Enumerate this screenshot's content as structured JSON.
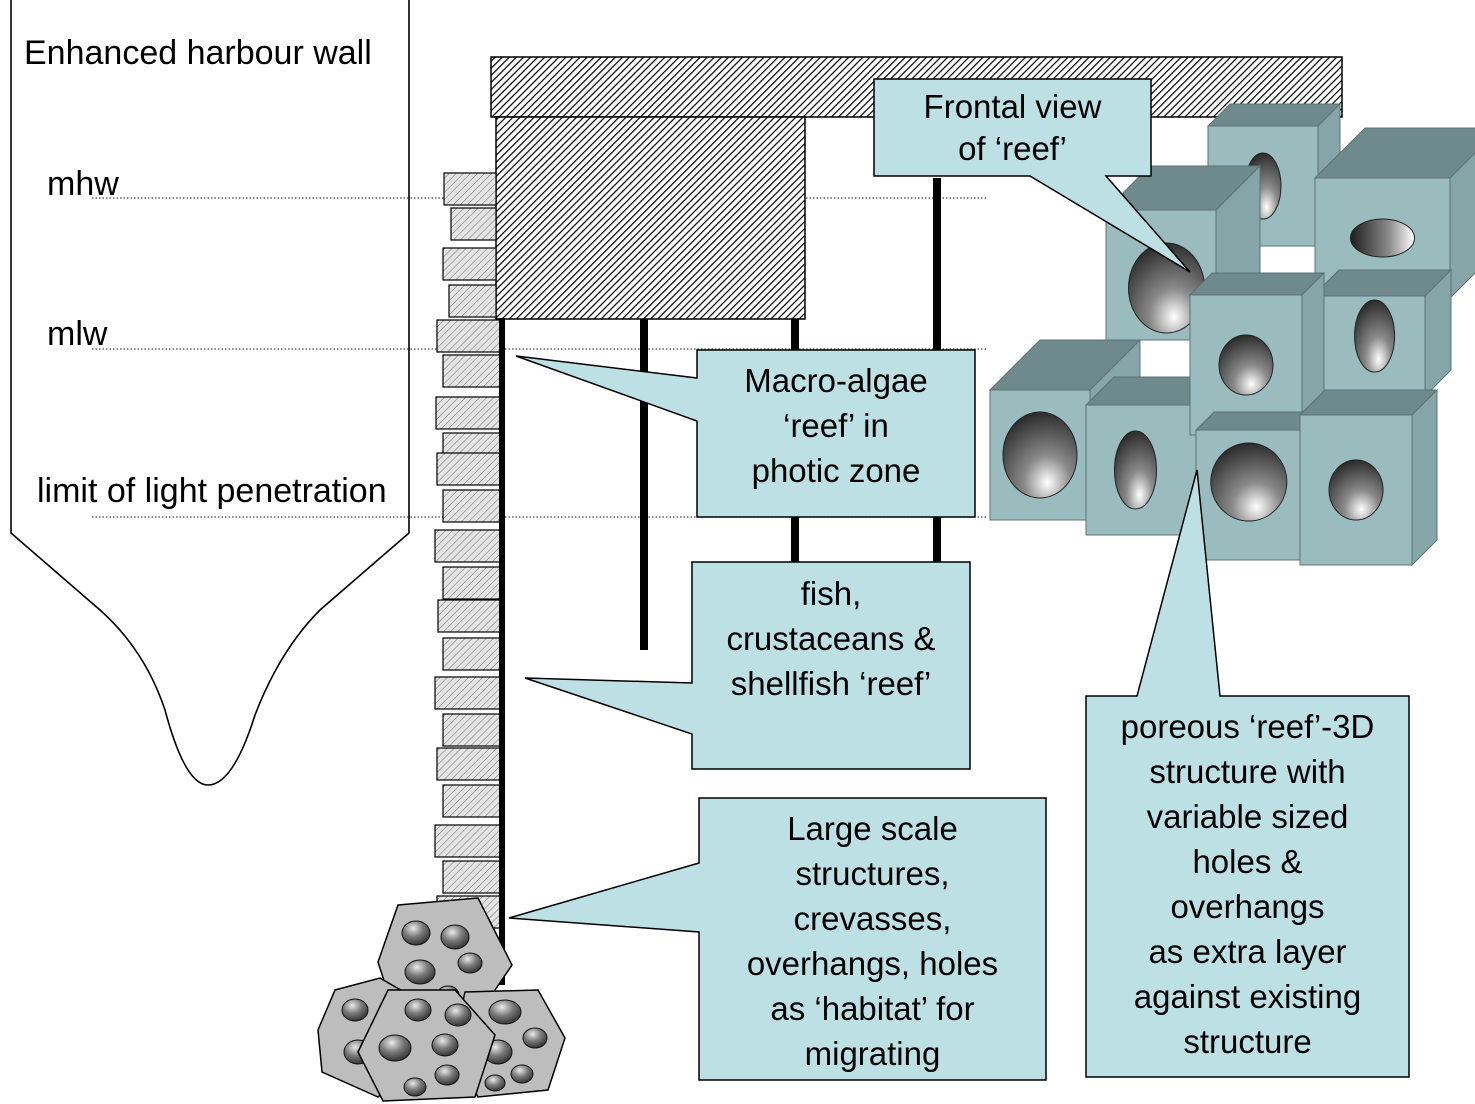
{
  "title": "Enhanced harbour wall",
  "levels": {
    "mhw": "mhw",
    "mlw": "mlw",
    "light_limit": "limit of light penetration"
  },
  "callouts": {
    "frontal_view": [
      "Frontal view",
      "of ‘reef’"
    ],
    "macro_algae": [
      "Macro-algae",
      "‘reef’ in",
      "photic zone"
    ],
    "fish": [
      "fish,",
      "crustaceans &",
      "shellfish ‘reef’"
    ],
    "large_scale": [
      "Large scale",
      "structures,",
      "crevasses,",
      "overhangs, holes",
      "as ‘habitat’ for",
      "migrating"
    ],
    "porous": [
      "poreous ‘reef’-3D",
      "structure with",
      "variable sized",
      "holes &",
      "overhangs",
      "as extra layer",
      "against existing",
      "structure"
    ]
  },
  "colors": {
    "callout_fill": "#bde0e4",
    "cube_front": "#9bbcbf",
    "cube_top": "#6f8a8d",
    "cube_side": "#86a5a8",
    "block_fill": "#c8c8c8",
    "rock_fill": "#bdbdbd"
  }
}
